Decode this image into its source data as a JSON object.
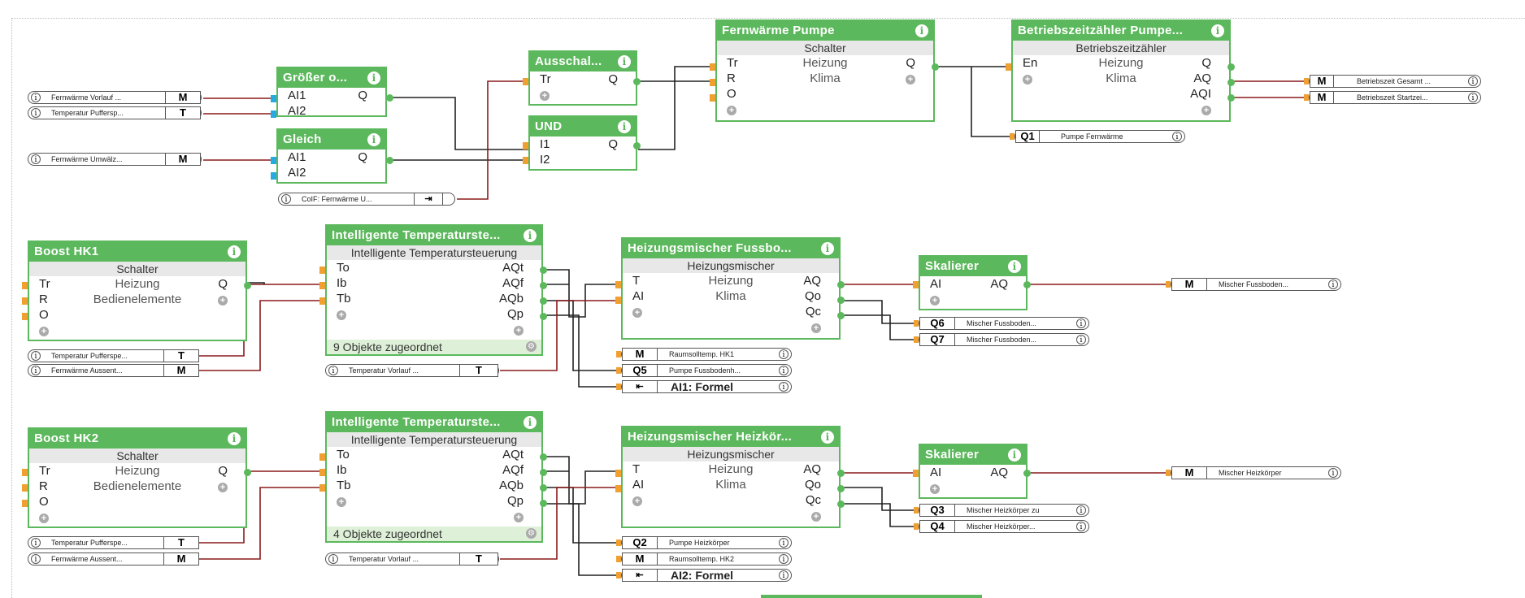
{
  "blocks": {
    "groesser": {
      "title": "Größer o...",
      "inputs": [
        "AI1",
        "AI2"
      ],
      "outputs": [
        "Q"
      ]
    },
    "gleich": {
      "title": "Gleich",
      "inputs": [
        "AI1",
        "AI2"
      ],
      "outputs": [
        "Q"
      ]
    },
    "ausschalt": {
      "title": "Ausschal...",
      "inputs": [
        "Tr"
      ],
      "outputs": [
        "Q"
      ]
    },
    "und": {
      "title": "UND",
      "inputs": [
        "I1",
        "I2"
      ],
      "outputs": [
        "Q"
      ]
    },
    "pumpe": {
      "title": "Fernwärme Pumpe",
      "subtitle": "Schalter",
      "inputs": [
        "Tr",
        "R",
        "O"
      ],
      "center": [
        "Heizung",
        "Klima"
      ],
      "outputs": [
        "Q"
      ]
    },
    "betrieb": {
      "title": "Betriebszeitzähler Pumpe...",
      "subtitle": "Betriebszeitzähler",
      "inputs": [
        "En"
      ],
      "center": [
        "Heizung",
        "Klima"
      ],
      "outputs": [
        "Q",
        "AQ",
        "AQI"
      ]
    },
    "boost1": {
      "title": "Boost HK1",
      "subtitle": "Schalter",
      "inputs": [
        "Tr",
        "R",
        "O"
      ],
      "center": [
        "Heizung",
        "Bedienelemente"
      ],
      "outputs": [
        "Q"
      ]
    },
    "its1": {
      "title": "Intelligente Temperaturste...",
      "subtitle": "Intelligente Temperatursteuerung",
      "inputs": [
        "To",
        "Ib",
        "Tb"
      ],
      "outputs": [
        "AQt",
        "AQf",
        "AQb",
        "Qp"
      ],
      "footer": "9 Objekte zugeordnet"
    },
    "mischer1": {
      "title": "Heizungsmischer Fussbo...",
      "subtitle": "Heizungsmischer",
      "inputs": [
        "T",
        "AI"
      ],
      "center": [
        "Heizung",
        "Klima"
      ],
      "outputs": [
        "AQ",
        "Qo",
        "Qc"
      ]
    },
    "skal1": {
      "title": "Skalierer",
      "inputs": [
        "AI"
      ],
      "outputs": [
        "AQ"
      ]
    },
    "boost2": {
      "title": "Boost HK2",
      "subtitle": "Schalter",
      "inputs": [
        "Tr",
        "R",
        "O"
      ],
      "center": [
        "Heizung",
        "Bedienelemente"
      ],
      "outputs": [
        "Q"
      ]
    },
    "its2": {
      "title": "Intelligente Temperaturste...",
      "subtitle": "Intelligente Temperatursteuerung",
      "inputs": [
        "To",
        "Ib",
        "Tb"
      ],
      "outputs": [
        "AQt",
        "AQf",
        "AQb",
        "Qp"
      ],
      "footer": "4 Objekte zugeordnet"
    },
    "mischer2": {
      "title": "Heizungsmischer Heizkör...",
      "subtitle": "Heizungsmischer",
      "inputs": [
        "T",
        "AI"
      ],
      "center": [
        "Heizung",
        "Klima"
      ],
      "outputs": [
        "AQ",
        "Qo",
        "Qc"
      ]
    },
    "skal2": {
      "title": "Skalierer",
      "inputs": [
        "AI"
      ],
      "outputs": [
        "AQ"
      ]
    }
  },
  "refs": {
    "in_vorlauf": {
      "label": "Fernwärme Vorlauf ...",
      "tag": "M"
    },
    "in_puffer": {
      "label": "Temperatur Puffersp...",
      "tag": "T"
    },
    "in_umwaelz": {
      "label": "Fernwärme Umwälz...",
      "tag": "M"
    },
    "in_colf": {
      "label": "CoIF: Fernwärme U..."
    },
    "out_gesamt": {
      "label": "Betriebszeit Gesamt ...",
      "tag": "M"
    },
    "out_start": {
      "label": "Betriebszeit Startzei...",
      "tag": "M"
    },
    "out_q1": {
      "label": "Pumpe Fernwärme",
      "tag": "Q1"
    },
    "hk1_puffer": {
      "label": "Temperatur Pufferspe...",
      "tag": "T"
    },
    "hk1_aussen": {
      "label": "Fernwärme Aussent...",
      "tag": "M"
    },
    "hk1_vorlauf": {
      "label": "Temperatur Vorlauf ...",
      "tag": "T"
    },
    "hk1_raum": {
      "label": "Raumsolltemp. HK1",
      "tag": "M"
    },
    "hk1_q5": {
      "label": "Pumpe Fussbodenh...",
      "tag": "Q5"
    },
    "hk1_formel": {
      "label": "AI1: Formel"
    },
    "hk1_mischer_out": {
      "label": "Mischer Fussboden...",
      "tag": "M"
    },
    "hk1_q6": {
      "label": "Mischer Fussboden...",
      "tag": "Q6"
    },
    "hk1_q7": {
      "label": "Mischer Fussboden...",
      "tag": "Q7"
    },
    "hk2_puffer": {
      "label": "Temperatur Pufferspe...",
      "tag": "T"
    },
    "hk2_aussen": {
      "label": "Fernwärme Aussent...",
      "tag": "M"
    },
    "hk2_vorlauf": {
      "label": "Temperatur Vorlauf ...",
      "tag": "T"
    },
    "hk2_q2": {
      "label": "Pumpe Heizkörper",
      "tag": "Q2"
    },
    "hk2_raum": {
      "label": "Raumsolltemp. HK2",
      "tag": "M"
    },
    "hk2_formel": {
      "label": "AI2: Formel"
    },
    "hk2_mischer_out": {
      "label": "Mischer Heizkörper",
      "tag": "M"
    },
    "hk2_q3": {
      "label": "Mischer Heizkörper zu",
      "tag": "Q3"
    },
    "hk2_q4": {
      "label": "Mischer Heizkörper...",
      "tag": "Q4"
    }
  },
  "icons": {
    "info": "info-icon",
    "plus": "add-input-icon",
    "gear": "settings-icon",
    "formula": "formula-icon"
  },
  "colors": {
    "block": "#5cb85c",
    "wire_red": "#8b1a1a",
    "wire_black": "#222222",
    "pin_in": "#f0a030",
    "pin_blue": "#27a9e1"
  }
}
